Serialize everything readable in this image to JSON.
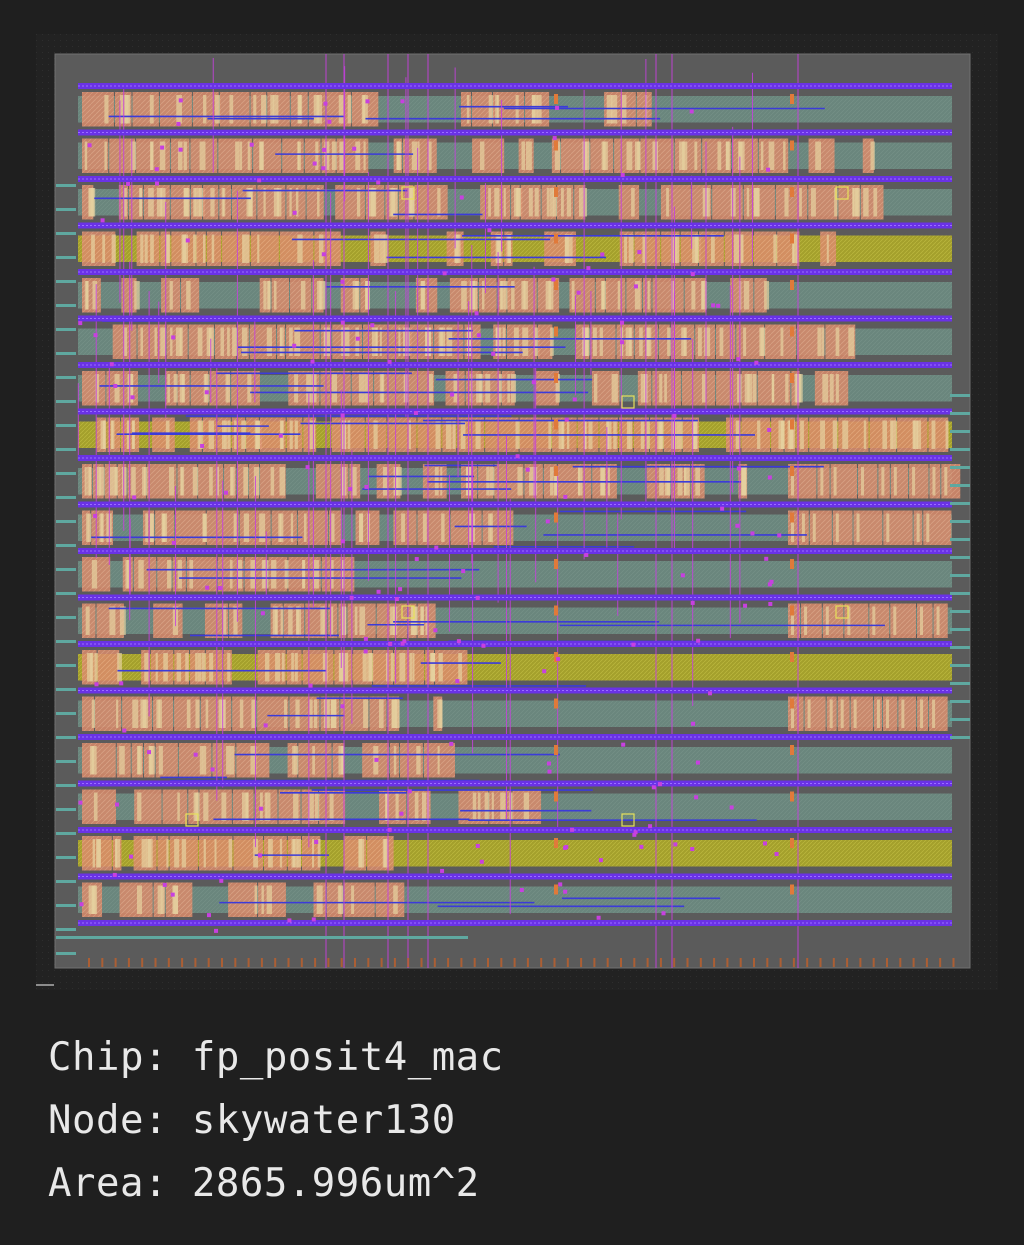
{
  "chip_info": {
    "chip_label": "Chip:",
    "chip_name": "fp_posit4_mac",
    "node_label": "Node:",
    "node_name": "skywater130",
    "area_label": "Area:",
    "area_value": "2865.996um^2"
  },
  "colors": {
    "background": "#1f1f1f",
    "die": "#5b5b5b",
    "power_rail": "#6a32e6",
    "metal_row": "#6f9488",
    "highlight_row": "#a8a42a",
    "cell": "#d98a6a",
    "cell_detail": "#e6d2a0",
    "via": "#c740e0",
    "route_blue": "#3b3bd9",
    "tap": "#e07a3a"
  }
}
